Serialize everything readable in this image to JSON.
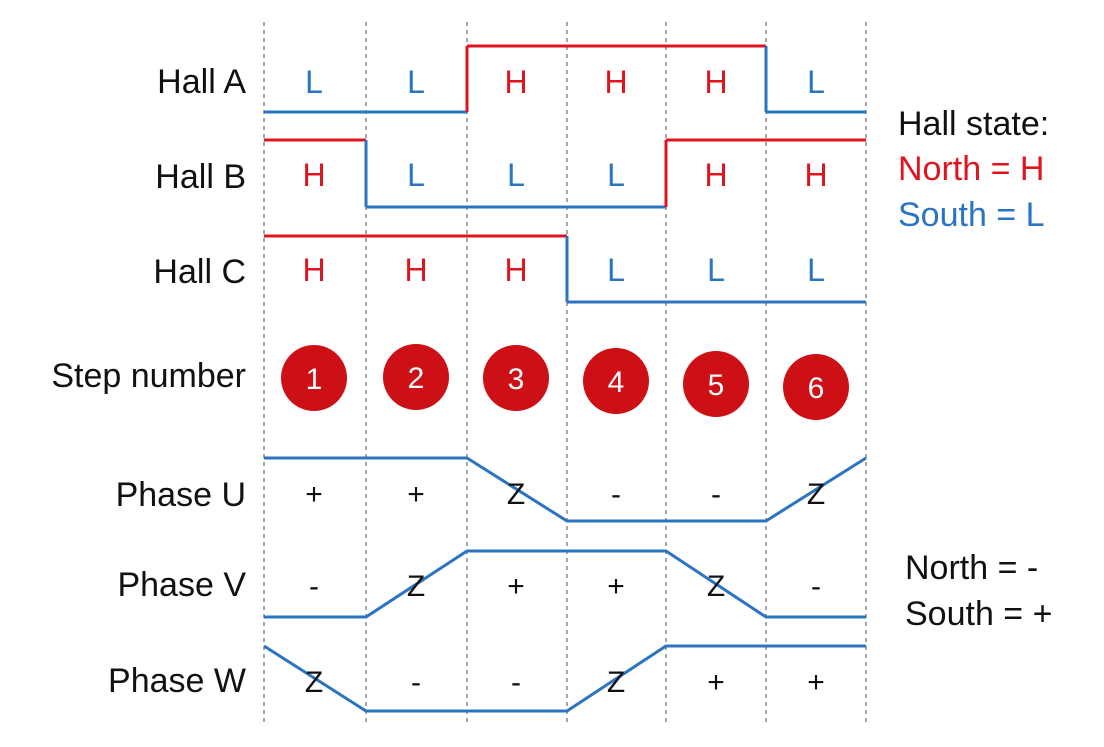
{
  "rows": {
    "hall_a": "Hall A",
    "hall_b": "Hall B",
    "hall_c": "Hall C",
    "step": "Step number",
    "phase_u": "Phase U",
    "phase_v": "Phase V",
    "phase_w": "Phase W"
  },
  "hall_states": {
    "hall_a": [
      "L",
      "L",
      "H",
      "H",
      "H",
      "L"
    ],
    "hall_b": [
      "H",
      "L",
      "L",
      "L",
      "H",
      "H"
    ],
    "hall_c": [
      "H",
      "H",
      "H",
      "L",
      "L",
      "L"
    ]
  },
  "steps": [
    "1",
    "2",
    "3",
    "4",
    "5",
    "6"
  ],
  "phase_states": {
    "phase_u": [
      "+",
      "+",
      "Z",
      "-",
      "-",
      "Z"
    ],
    "phase_v": [
      "-",
      "Z",
      "+",
      "+",
      "Z",
      "-"
    ],
    "phase_w": [
      "Z",
      "-",
      "-",
      "Z",
      "+",
      "+"
    ]
  },
  "legend": {
    "hall_title": "Hall state:",
    "north": "North = H",
    "south": "South = L",
    "phase_north": "North = -",
    "phase_south": "South = +"
  },
  "colors": {
    "high": "#e0141e",
    "low": "#2a74c2",
    "step_fill": "#cc1016",
    "phase_line": "#2a74c2",
    "text": "#111111"
  }
}
